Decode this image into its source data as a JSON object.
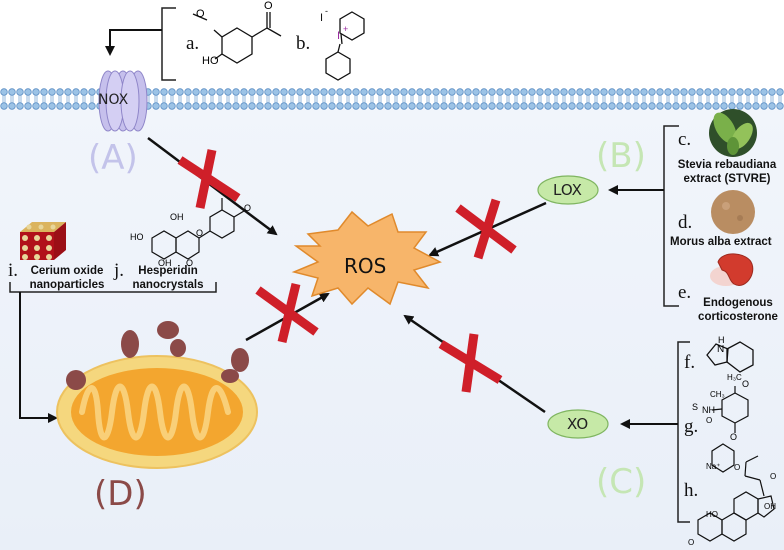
{
  "center": {
    "label": "ROS"
  },
  "sections": {
    "A": {
      "label": "(A)",
      "enzyme": "NOX",
      "color": "#c3c3ea"
    },
    "B": {
      "label": "(B)",
      "enzyme": "LOX",
      "color": "#c5e6b4"
    },
    "C": {
      "label": "(C)",
      "enzyme": "XO",
      "color": "#c5e6b4"
    },
    "D": {
      "label": "(D)",
      "color": "#8b4a48"
    }
  },
  "inhibitors": [
    {
      "letter": "a."
    },
    {
      "letter": "b.",
      "atoms": [
        "I",
        "-",
        "+"
      ]
    },
    {
      "letter": "c.",
      "name": "Stevia rebaudiana extract (STVRE)"
    },
    {
      "letter": "d.",
      "name": "Morus alba extract"
    },
    {
      "letter": "e.",
      "name": "Endogenous corticosterone"
    },
    {
      "letter": "f.",
      "atoms": [
        "H",
        "N"
      ]
    },
    {
      "letter": "g.",
      "atoms": [
        "H₃C",
        "O",
        "NH",
        "S",
        "CH₃",
        "O",
        "O"
      ]
    },
    {
      "letter": "h.",
      "atoms": [
        "Na⁺",
        "O",
        "O",
        "HO",
        "OH",
        "O"
      ]
    },
    {
      "letter": "i.",
      "name": "Cerium oxide nanoparticles"
    },
    {
      "letter": "j.",
      "name": "Hesperidin nanocrystals",
      "atoms": [
        "OH",
        "O",
        "HO",
        "O",
        "OH",
        "O"
      ]
    }
  ],
  "molecule_a": {
    "atoms": [
      "O",
      "HO",
      "O"
    ]
  },
  "colors": {
    "block_x": "#d0202a",
    "arrow": "#111111",
    "membrane": "#8fb8e0",
    "ros_fill": "#f7b56a",
    "mito_outer": "#f5d77e",
    "mito_inner": "#f3a62f",
    "mito_protein": "#8b4a48",
    "cytoplasm": "#eef3fa"
  }
}
